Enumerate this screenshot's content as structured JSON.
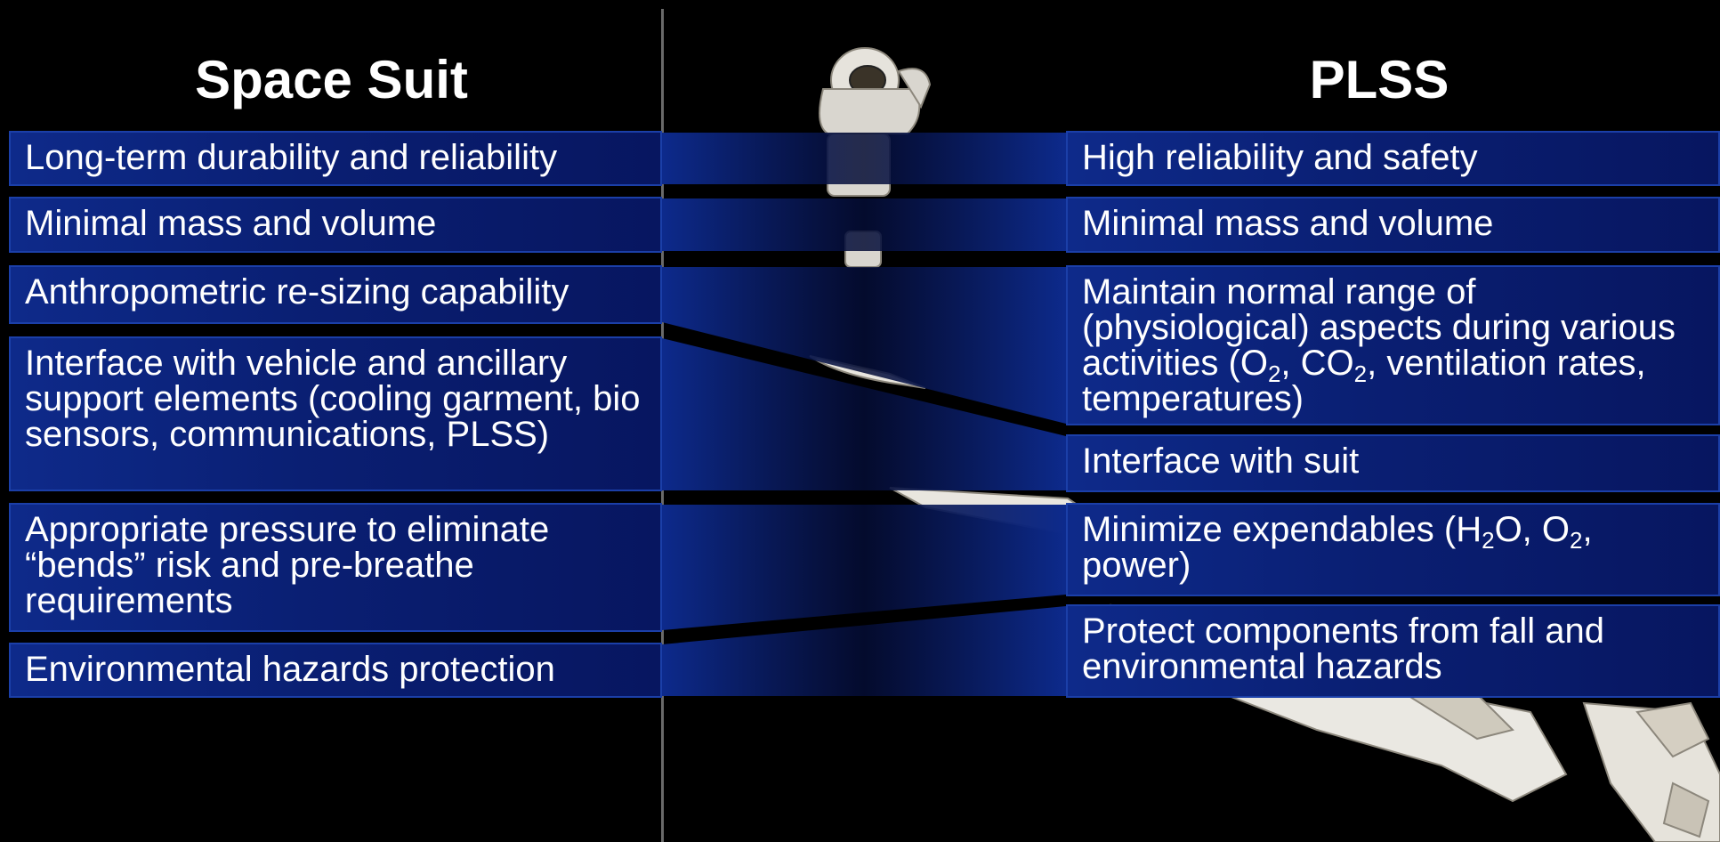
{
  "titles": {
    "left": "Space Suit",
    "right": "PLSS"
  },
  "left_items": [
    {
      "html": "Long-term durability and reliability"
    },
    {
      "html": "Minimal mass and volume"
    },
    {
      "html": "Anthropometric re-sizing capability"
    },
    {
      "html": "Interface with vehicle and ancillary support elements (cooling garment, bio sensors, communications, PLSS)"
    },
    {
      "html": "Appropriate pressure to eliminate “bends” risk and pre-breathe requirements"
    },
    {
      "html": "Environmental hazards protection"
    }
  ],
  "right_items": [
    {
      "html": "High reliability and safety"
    },
    {
      "html": "Minimal mass and volume"
    },
    {
      "html": "Maintain normal range of (physiological) aspects during various activities (O<sub>2</sub>, CO<sub>2</sub>, ventilation rates, temperatures)"
    },
    {
      "html": "Interface with suit"
    },
    {
      "html": "Minimize expendables (H<sub>2</sub>O, O<sub>2</sub>, power)"
    },
    {
      "html": "Protect components from fall and environmental hazards"
    }
  ],
  "colors": {
    "background": "#000000",
    "box_fill": "#0a1f73",
    "box_border": "#1b3fa8",
    "connector": "#0b2180",
    "divider": "#6a6a6a",
    "text": "#ffffff"
  }
}
